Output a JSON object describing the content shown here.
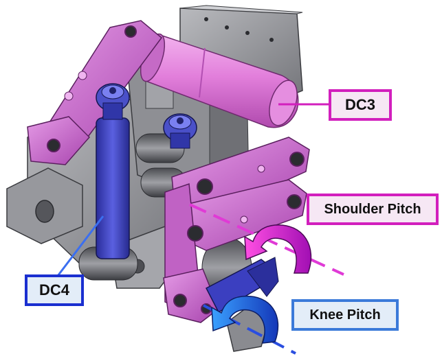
{
  "labels": {
    "dc3": "DC3",
    "dc4": "DC4",
    "shoulder_pitch": "Shoulder Pitch",
    "knee_pitch": "Knee Pitch"
  },
  "colors": {
    "magenta_part": "#c85ad0",
    "magenta_label_border": "#d21fbd",
    "blue_part": "#3a3fbf",
    "blue_label_border": "#1a2fd0",
    "knee_label_border": "#3b7ad9",
    "gray_part": "#8e8f94"
  }
}
